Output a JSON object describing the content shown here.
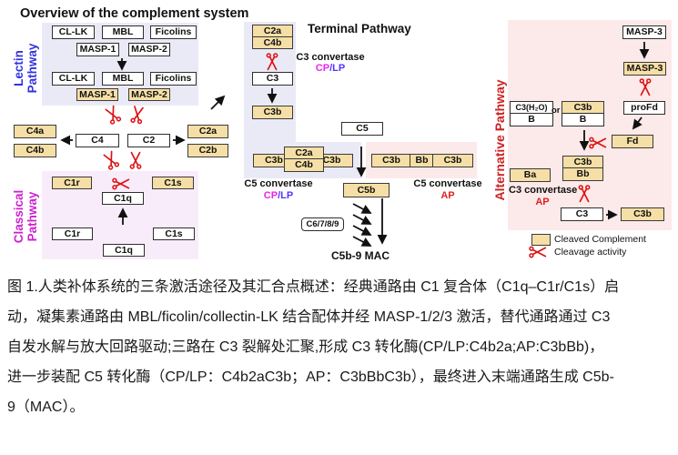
{
  "title": "Overview of the complement system",
  "sections": {
    "lectin": {
      "label_line1": "Lectin",
      "label_line2": "Pathway"
    },
    "classical": {
      "label_line1": "Classical",
      "label_line2": "Pathway"
    },
    "alternative": {
      "label": "Alternative Pathway"
    },
    "terminal": {
      "title": "Terminal Pathway"
    }
  },
  "labels": {
    "cl_lk": "CL-LK",
    "mbl": "MBL",
    "ficolins": "Ficolins",
    "masp1": "MASP-1",
    "masp2": "MASP-2",
    "masp3": "MASP-3",
    "c4a": "C4a",
    "c4b": "C4b",
    "c4": "C4",
    "c2": "C2",
    "c2a": "C2a",
    "c2b": "C2b",
    "c1r": "C1r",
    "c1s": "C1s",
    "c1q": "C1q",
    "c3": "C3",
    "c3b": "C3b",
    "c5": "C5",
    "c5b": "C5b",
    "c3h2o": "C3(H₂O)",
    "b": "B",
    "or": "or",
    "ba": "Ba",
    "bb": "Bb",
    "profd": "proFd",
    "fd": "Fd",
    "c6789": "C6/7/8/9"
  },
  "annotations": {
    "c3_convertase": "C3 convertase",
    "c5_convertase": "C5 convertase",
    "cp": "CP",
    "slash": "/",
    "lp": "LP",
    "ap": "AP",
    "mac": "C5b-9 MAC"
  },
  "legend": {
    "cleaved": "Cleaved Complement",
    "cleavage": "Cleavage activity"
  },
  "caption": {
    "lines": [
      "图 1.人类补体系统的三条激活途径及其汇合点概述：经典通路由 C1 复合体（C1q–C1r/C1s）启",
      "动，凝集素通路由 MBL/ficolin/collectin-LK 结合配体并经 MASP-1/2/3 激活，替代通路通过 C3",
      "自发水解与放大回路驱动;三路在 C3 裂解处汇聚,形成 C3 转化酶(CP/LP:C4b2a;AP:C3bBb)，",
      "进一步装配 C5 转化酶（CP/LP：C4b2aC3b；AP：C3bBbC3b），最终进入末端通路生成 C5b-",
      "9（MAC）。"
    ]
  },
  "colors": {
    "cleaved_fill": "#F6DFA6",
    "box_border": "#2E2E2E",
    "lectin_bg": "#EAEAF7",
    "classical_bg": "#F8ECFA",
    "alternative_bg": "#FCE9E9",
    "terminal_bg": "#EAEAF7",
    "lectin_label": "#3333DD",
    "classical_label": "#CC22CC",
    "alternative_label": "#CC2222",
    "scissors": "#DD1111",
    "cp_text": "#EE22EE",
    "lp_text": "#5533FF",
    "ap_text": "#DD2222"
  }
}
